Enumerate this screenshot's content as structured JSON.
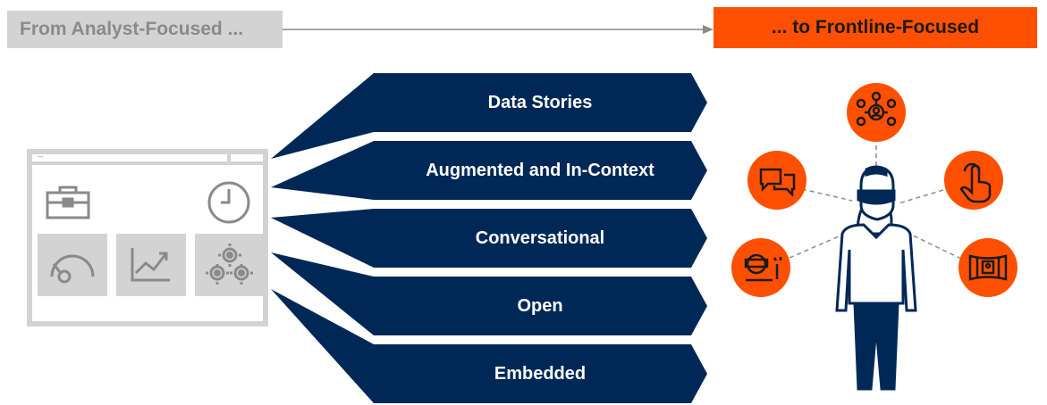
{
  "header": {
    "from_label": "From Analyst-Focused ...",
    "to_label": "... to Frontline-Focused"
  },
  "capabilities": [
    {
      "label": "Data Stories"
    },
    {
      "label": "Augmented and In-Context"
    },
    {
      "label": "Conversational"
    },
    {
      "label": "Open"
    },
    {
      "label": "Embedded"
    }
  ],
  "dashboard_icons": [
    "briefcase-icon",
    "clock-icon",
    "gauge-icon",
    "trend-chart-icon",
    "gears-icon"
  ],
  "persona_icons": [
    "network-user-icon",
    "chat-bubbles-icon",
    "tap-hand-icon",
    "vr-headset-icon",
    "panorama-icon"
  ],
  "colors": {
    "navy": "#002856",
    "orange": "#fe5000",
    "gray": "#d3d3d3",
    "dark_gray": "#8a8a8a"
  }
}
